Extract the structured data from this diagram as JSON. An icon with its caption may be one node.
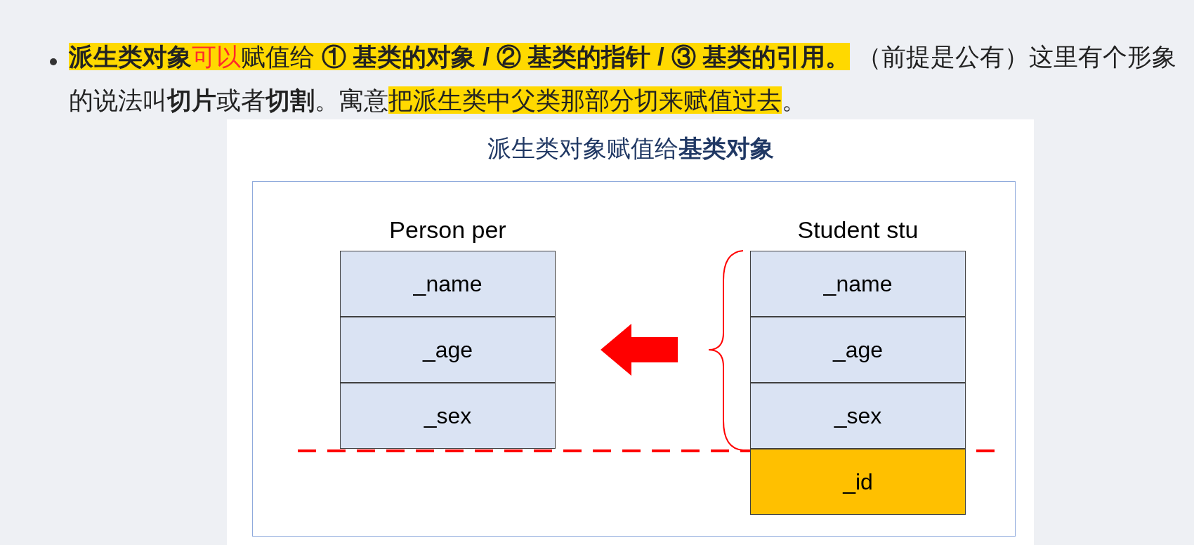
{
  "diagram": {
    "title": "派生类对象赋值给**基类对象**",
    "nodes": [
      {
        "text": [],
        "shape": "box"
      },
      {
        "text": [
          "Person per"
        ],
        "in": 0
      },
      {
        "text": [
          "_name"
        ],
        "in": 1
      },
      {
        "text": [
          "_age"
        ],
        "in": 1
      },
      {
        "text": [
          "_sex"
        ],
        "in": 1
      },
      {
        "text": [
          "Student stu"
        ],
        "in": 0
      },
      {
        "text": [
          "_name"
        ],
        "in": 5
      },
      {
        "text": [
          "_age"
        ],
        "in": 5
      },
      {
        "text": [
          "_sex"
        ],
        "in": 5
      },
      {
        "text": [
          "_id"
        ],
        "in": 5
      }
    ],
    "edges": [
      {
        "from": 5,
        "to": 1,
        "arrow": "to",
        "style": "thick",
        "color": "#ff0000"
      }
    ],
    "labels": [
      "派生类对象",
      "可以",
      "赋值给 **① 基类的对象 / ② 基类的指针 / ③ 基类的引用。**",
      " （前提是公有）这里有个形象的说法叫**切片**或者**切割**。寓意",
      "把派生类中父类那部分切来赋值过去",
      "。"
    ]
  }
}
